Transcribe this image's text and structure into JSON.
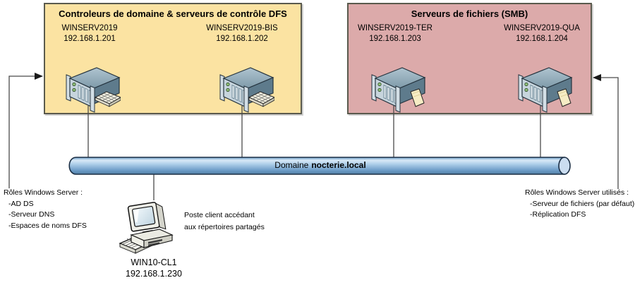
{
  "groups": [
    {
      "title": "Controleurs de domaine & serveurs de contrôle DFS",
      "servers": [
        {
          "name": "WINSERV2019",
          "ip": "192.168.1.201"
        },
        {
          "name": "WINSERV2019-BIS",
          "ip": "192.168.1.202"
        }
      ]
    },
    {
      "title": "Serveurs de fichiers (SMB)",
      "servers": [
        {
          "name": "WINSERV2019-TER",
          "ip": "192.168.1.203"
        },
        {
          "name": "WINSERV2019-QUA",
          "ip": "192.168.1.204"
        }
      ]
    }
  ],
  "bus": {
    "label_prefix": "Domaine",
    "domain": "nocterie.local"
  },
  "client": {
    "name": "WIN10-CL1",
    "ip": "192.168.1.230",
    "note_line1": "Poste client accédant",
    "note_line2": "aux répertoires partagés"
  },
  "left_note": {
    "title": "Rôles Windows Server :",
    "items": [
      "-AD DS",
      "-Serveur DNS",
      "-Espaces de noms DFS"
    ]
  },
  "right_note": {
    "title": "Rôles Windows Server utilisés :",
    "items": [
      "-Serveur de fichiers (par défaut)",
      "-Réplication DFS"
    ]
  },
  "colors": {
    "dc-box-fill": "#FBE3A2",
    "smb-box-fill": "#DCAAAA",
    "box-border": "#5A5A4D",
    "pipe-fill": "#8FB9DF",
    "pipe-border": "#1C2F45",
    "connector": "#4A4A4A",
    "text": "#000000"
  }
}
